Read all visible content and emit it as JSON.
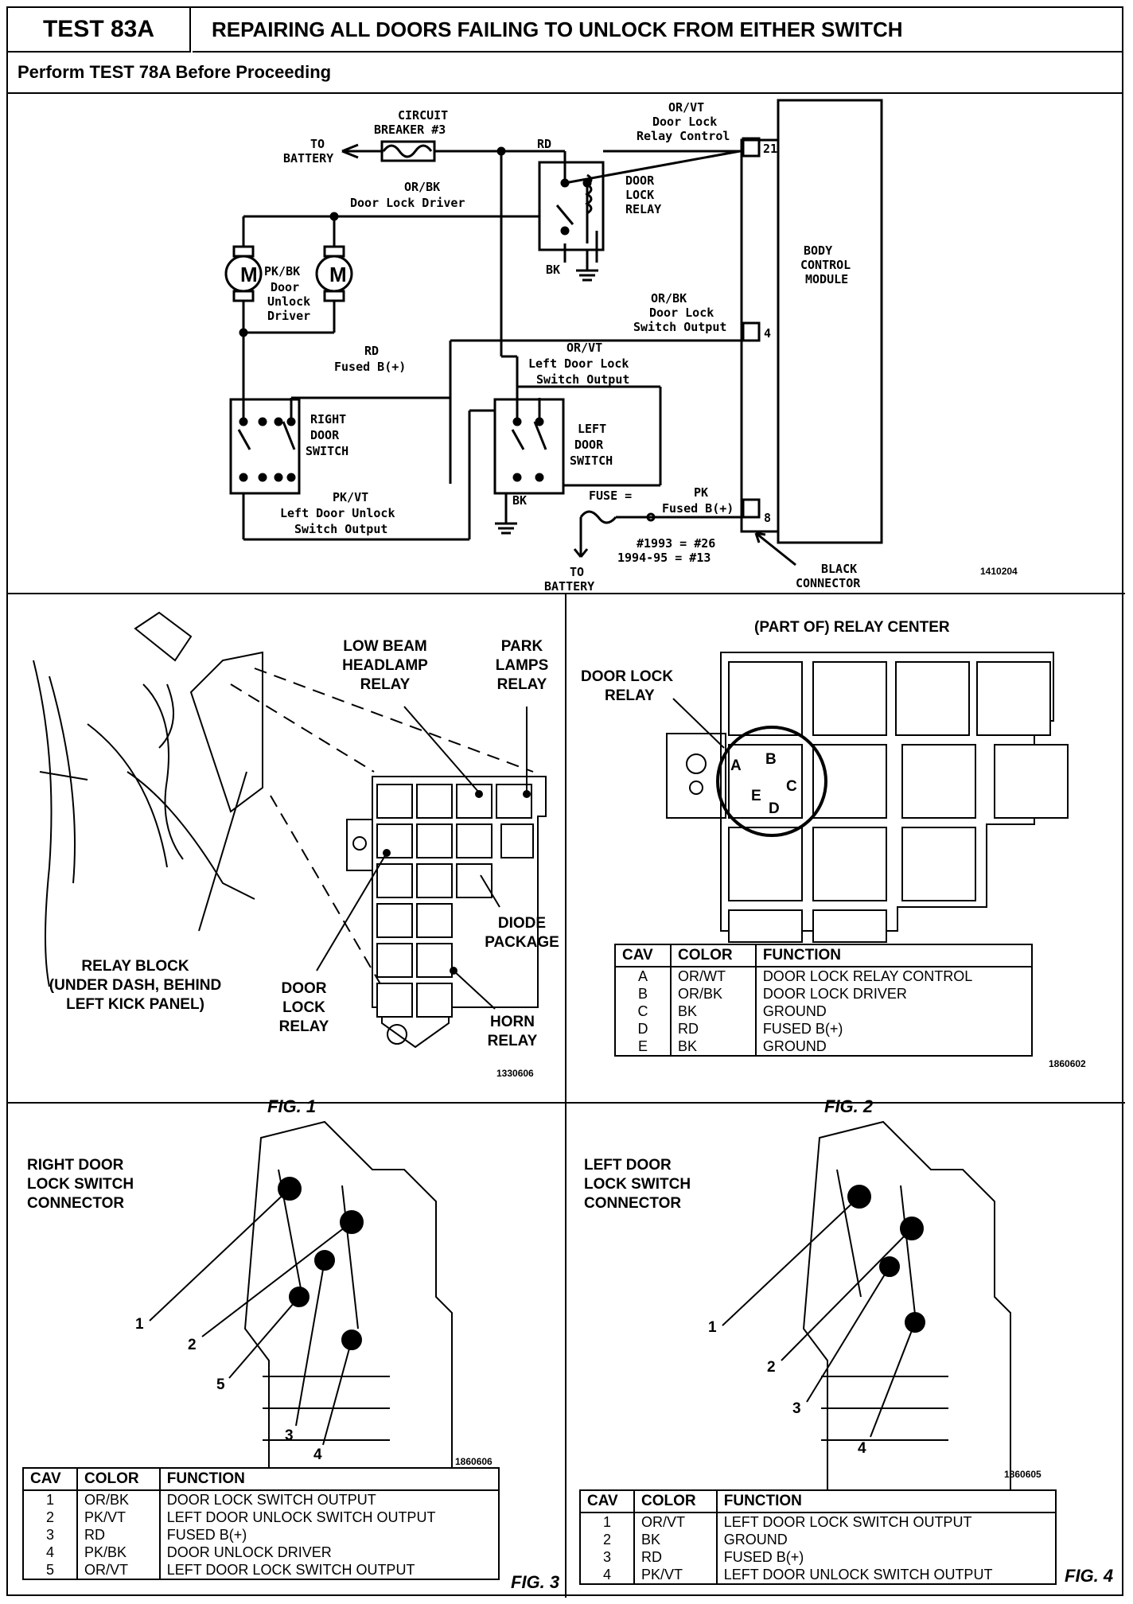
{
  "header": {
    "test_id": "TEST 83A",
    "title": "REPAIRING ALL DOORS FAILING TO UNLOCK FROM EITHER SWITCH",
    "subtitle": "Perform TEST 78A Before Proceeding"
  },
  "schematic": {
    "circuit_breaker": [
      "CIRCUIT",
      "BREAKER #3"
    ],
    "to_battery_top": [
      "TO",
      "BATTERY"
    ],
    "rd": "RD",
    "orvt_relay_ctrl": [
      "OR/VT",
      "Door Lock",
      "Relay Control"
    ],
    "pin_21": "21",
    "door_lock_relay": [
      "DOOR",
      "LOCK",
      "RELAY"
    ],
    "orbk_driver": [
      "OR/BK",
      "Door Lock Driver"
    ],
    "bk_relay": "BK",
    "bcm": [
      "BODY",
      "CONTROL",
      "MODULE"
    ],
    "pkbk": [
      "PK/BK",
      "Door",
      "Unlock",
      "Driver"
    ],
    "motor": "M",
    "orbk_switch_out": [
      "OR/BK",
      "Door Lock",
      "Switch Output"
    ],
    "pin_4": "4",
    "rd_fused": [
      "RD",
      "Fused B(+)"
    ],
    "orvt_left": [
      "OR/VT",
      "Left Door Lock",
      "Switch Output"
    ],
    "right_switch": [
      "RIGHT",
      "DOOR",
      "SWITCH"
    ],
    "left_switch": [
      "LEFT",
      "DOOR",
      "SWITCH"
    ],
    "bk_left": "BK",
    "pkvt": [
      "PK/VT",
      "Left Door Unlock",
      "Switch Output"
    ],
    "fuse": "FUSE =",
    "pk_fused": [
      "PK",
      "Fused B(+)"
    ],
    "pin_8": "8",
    "fuse_years": [
      "#1993 = #26",
      "1994-95 = #13"
    ],
    "to_battery_bottom": [
      "TO",
      "BATTERY"
    ],
    "black_connector": [
      "BLACK",
      "CONNECTOR"
    ],
    "code": "1410204"
  },
  "fig1": {
    "low_beam": [
      "LOW BEAM",
      "HEADLAMP",
      "RELAY"
    ],
    "park_lamps": [
      "PARK",
      "LAMPS",
      "RELAY"
    ],
    "diode": [
      "DIODE",
      "PACKAGE"
    ],
    "relay_block": [
      "RELAY BLOCK",
      "(UNDER DASH, BEHIND",
      "LEFT KICK PANEL)"
    ],
    "door_lock_relay": [
      "DOOR",
      "LOCK",
      "RELAY"
    ],
    "horn_relay": [
      "HORN",
      "RELAY"
    ],
    "code": "1330606",
    "caption": "FIG. 1"
  },
  "fig2": {
    "title": "(PART OF) RELAY CENTER",
    "door_lock_relay": [
      "DOOR LOCK",
      "RELAY"
    ],
    "pins": [
      "A",
      "B",
      "C",
      "E",
      "D"
    ],
    "headers": [
      "CAV",
      "COLOR",
      "FUNCTION"
    ],
    "rows": [
      [
        "A",
        "OR/WT",
        "DOOR LOCK RELAY CONTROL"
      ],
      [
        "B",
        "OR/BK",
        "DOOR LOCK DRIVER"
      ],
      [
        "C",
        "BK",
        "GROUND"
      ],
      [
        "D",
        "RD",
        "FUSED B(+)"
      ],
      [
        "E",
        "BK",
        "GROUND"
      ]
    ],
    "code": "1860602",
    "caption": "FIG. 2"
  },
  "fig3": {
    "title": [
      "RIGHT DOOR",
      "LOCK SWITCH",
      "CONNECTOR"
    ],
    "callouts": [
      "1",
      "2",
      "5",
      "3",
      "4"
    ],
    "headers": [
      "CAV",
      "COLOR",
      "FUNCTION"
    ],
    "rows": [
      [
        "1",
        "OR/BK",
        "DOOR LOCK SWITCH OUTPUT"
      ],
      [
        "2",
        "PK/VT",
        "LEFT DOOR UNLOCK SWITCH OUTPUT"
      ],
      [
        "3",
        "RD",
        "FUSED B(+)"
      ],
      [
        "4",
        "PK/BK",
        "DOOR UNLOCK DRIVER"
      ],
      [
        "5",
        "OR/VT",
        "LEFT DOOR LOCK SWITCH OUTPUT"
      ]
    ],
    "code": "1860606",
    "caption": "FIG. 3"
  },
  "fig4": {
    "title": [
      "LEFT DOOR",
      "LOCK SWITCH",
      "CONNECTOR"
    ],
    "callouts": [
      "1",
      "2",
      "3",
      "4"
    ],
    "headers": [
      "CAV",
      "COLOR",
      "FUNCTION"
    ],
    "rows": [
      [
        "1",
        "OR/VT",
        "LEFT DOOR LOCK SWITCH OUTPUT"
      ],
      [
        "2",
        "BK",
        "GROUND"
      ],
      [
        "3",
        "RD",
        "FUSED B(+)"
      ],
      [
        "4",
        "PK/VT",
        "LEFT DOOR UNLOCK SWITCH OUTPUT"
      ]
    ],
    "code": "1860605",
    "caption": "FIG. 4"
  }
}
